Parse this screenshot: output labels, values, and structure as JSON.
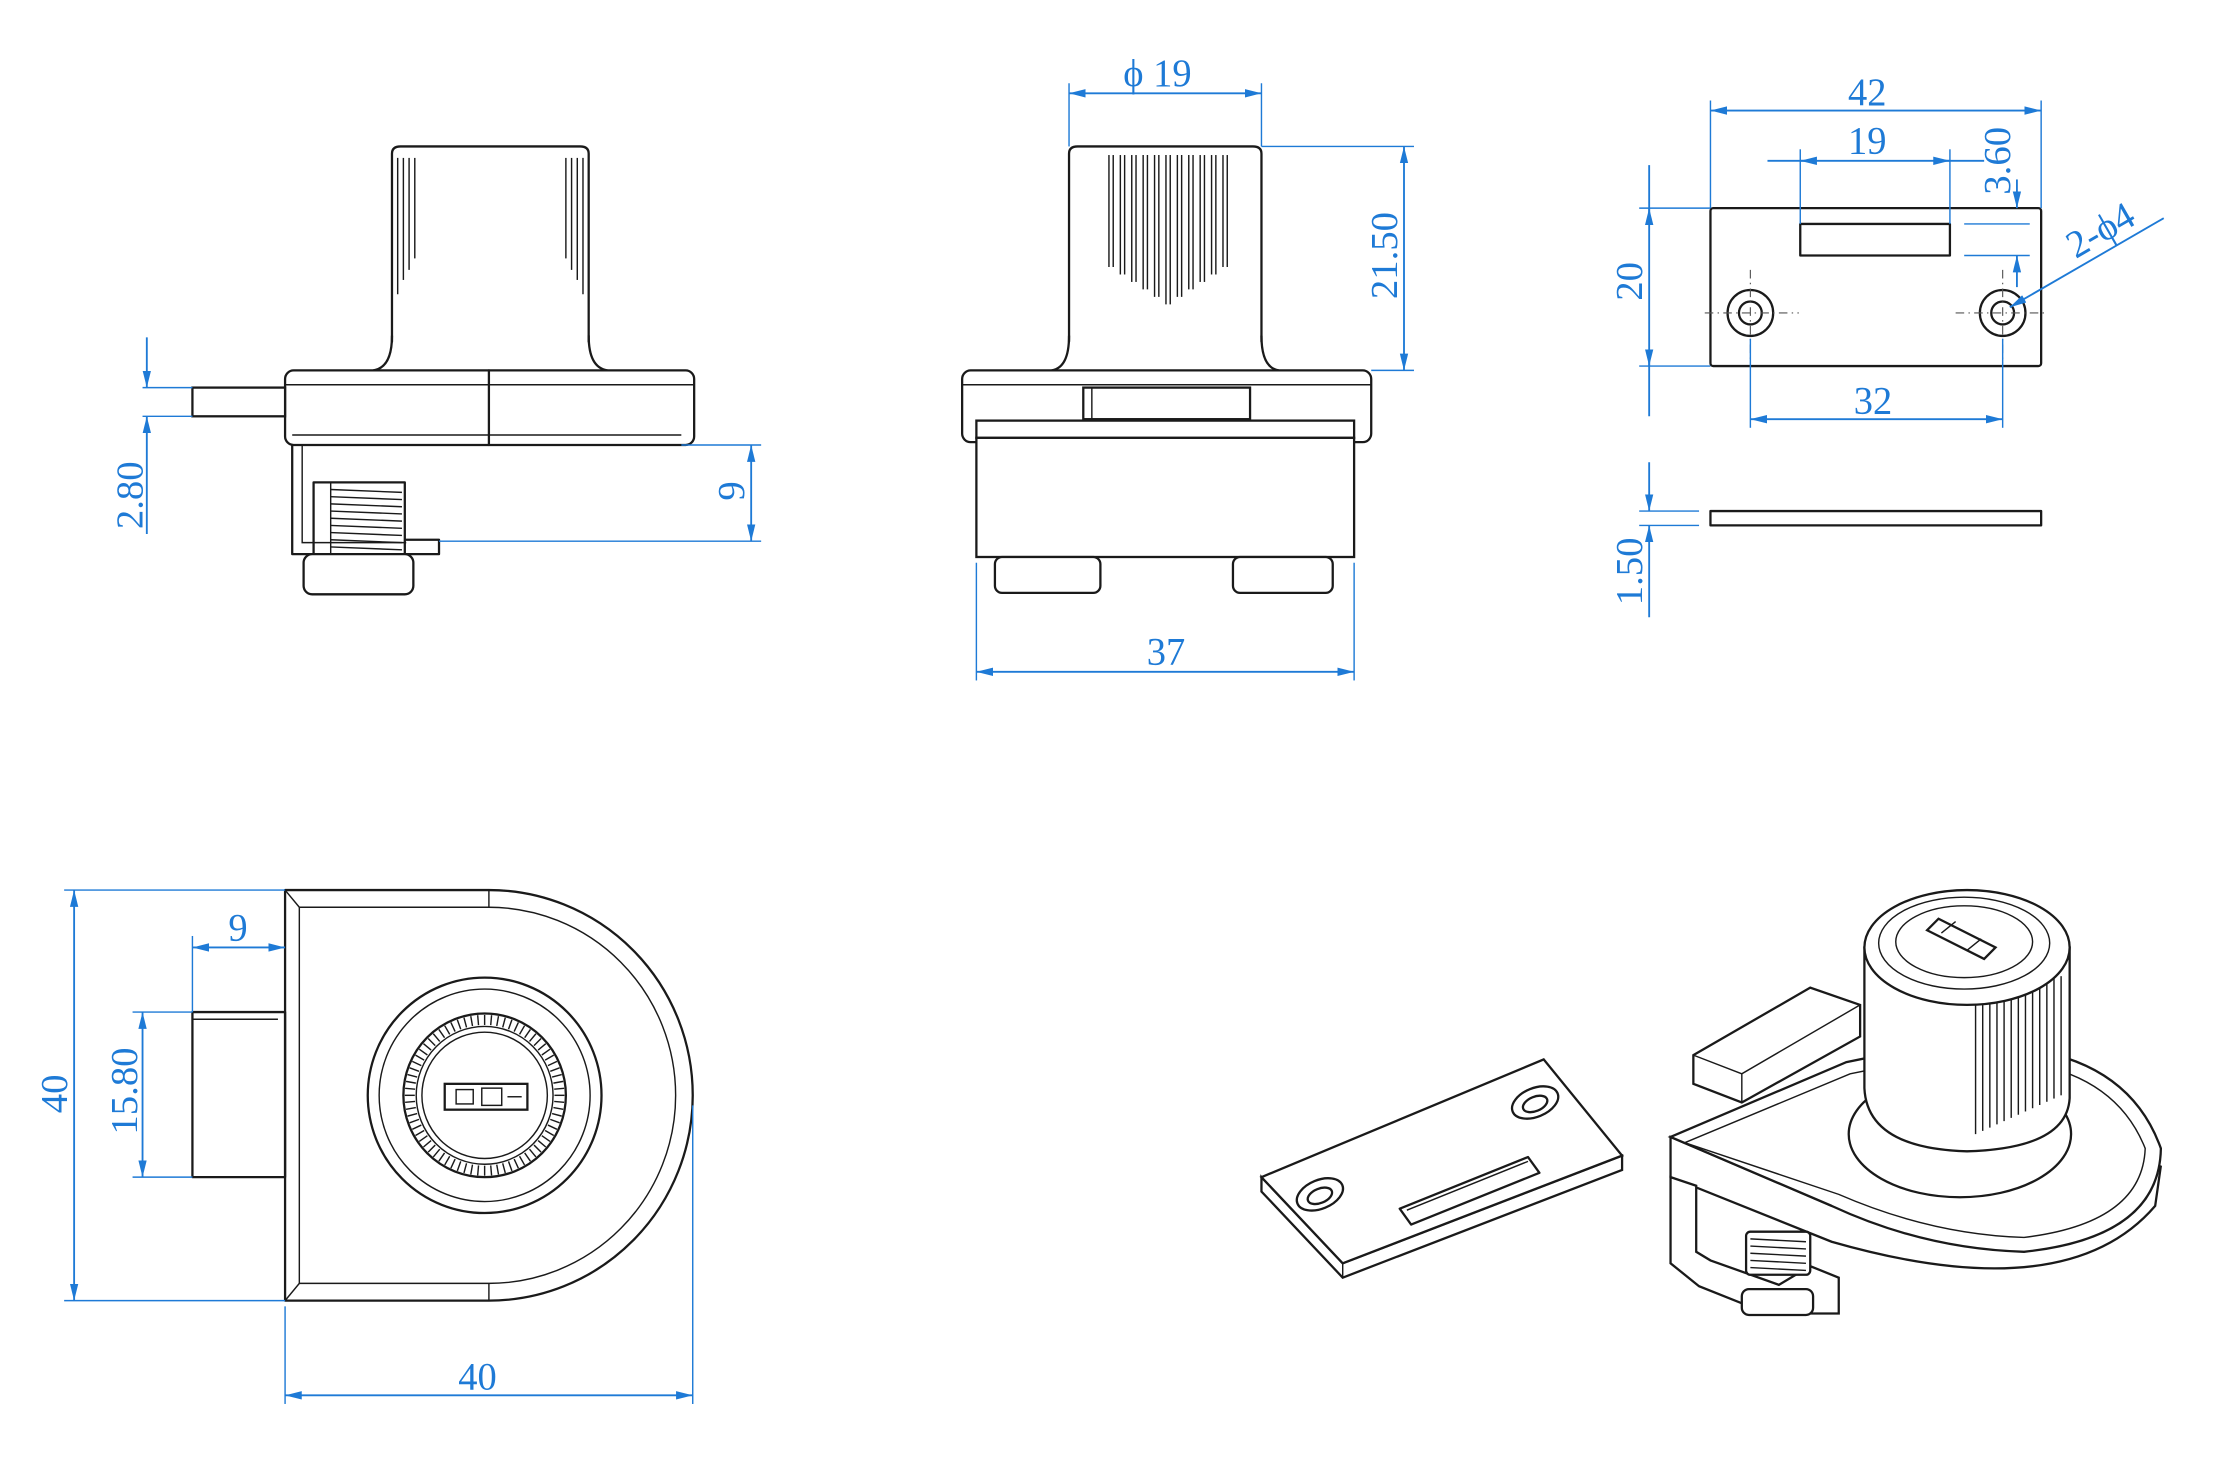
{
  "dimensions": {
    "side_view": {
      "bolt_height": "2.80",
      "bracket_depth": "9"
    },
    "front_view": {
      "knob_diameter": "ϕ 19",
      "knob_height": "21.50",
      "body_width": "37"
    },
    "strike_plate": {
      "length": "42",
      "slot_length": "19",
      "slot_offset": "3.60",
      "holes": "2-ϕ4",
      "height": "20",
      "hole_spacing": "32",
      "thickness": "1.50"
    },
    "top_view": {
      "bolt_projection": "9",
      "bolt_width": "15.80",
      "height": "40",
      "width": "40"
    }
  },
  "colors": {
    "outline": "#1a1a1a",
    "dimension": "#1e7ad6",
    "background": "#ffffff"
  }
}
